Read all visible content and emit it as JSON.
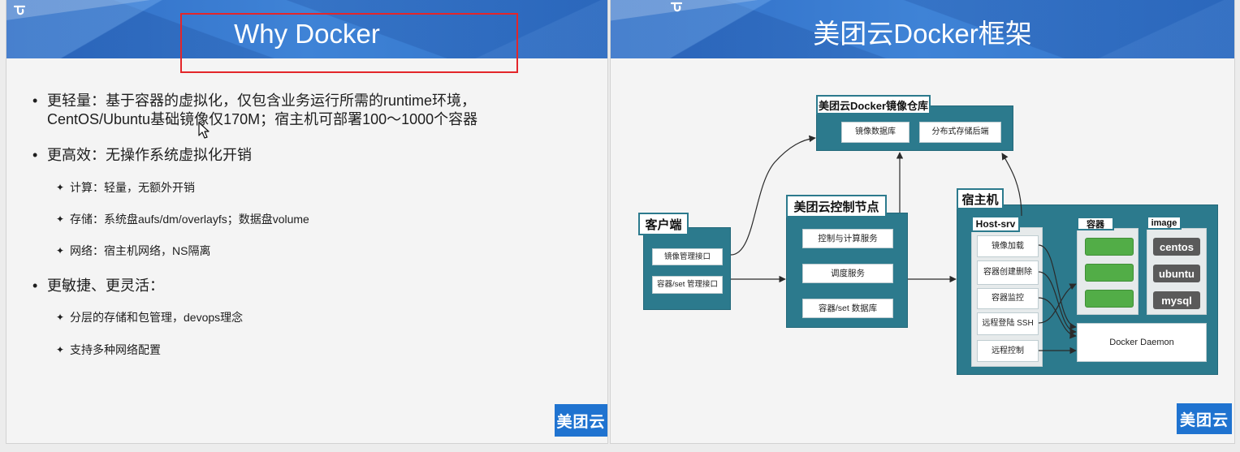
{
  "colors": {
    "header_blue": "#3577cf",
    "diagram_teal": "#2c7a8d",
    "container_green": "#52ad47",
    "image_grey": "#5a5a5a",
    "brand_blue": "#1f73d0",
    "highlight_red": "#e3262a"
  },
  "icons": {
    "corner_logo": "corner-logo-icon",
    "mouse_cursor": "mouse-cursor-icon"
  },
  "markers": {
    "level1": "•",
    "level2": "✦"
  },
  "left_slide": {
    "title": "Why Docker",
    "brand": "美团云",
    "bullets": [
      {
        "lines": [
          "更轻量：基于容器的虚拟化，仅包含业务运行所需的runtime环境，",
          "CentOS/Ubuntu基础镜像仅170M；宿主机可部署100～1000个容器"
        ]
      },
      {
        "lines": [
          "更高效：无操作系统虚拟化开销"
        ],
        "sub": [
          "计算：轻量，无额外开销",
          "存储：系统盘aufs/dm/overlayfs；数据盘volume",
          "网络：宿主机网络，NS隔离"
        ]
      },
      {
        "lines": [
          "更敏捷、更灵活："
        ],
        "sub": [
          "分层的存储和包管理，devops理念",
          "支持多种网络配置"
        ]
      }
    ]
  },
  "right_slide": {
    "title": "美团云Docker框架",
    "brand": "美团云",
    "diagram": {
      "registry": {
        "label": "美团云Docker镜像仓库",
        "items": [
          "镜像数据库",
          "分布式存储后端"
        ]
      },
      "client": {
        "label": "客户端",
        "items": [
          "镜像管理接口",
          "容器/set 管理接口"
        ]
      },
      "control_node": {
        "label": "美团云控制节点",
        "items": [
          "控制与计算服务",
          "调度服务",
          "容器/set 数据库"
        ]
      },
      "host": {
        "label": "宿主机",
        "host_srv": {
          "label": "Host-srv",
          "items": [
            "镜像加载",
            "容器创建删除",
            "容器监控",
            "远程登陆 SSH",
            "远程控制"
          ]
        },
        "containers": {
          "label": "容器",
          "slots": 3
        },
        "images": {
          "label": "image",
          "items": [
            "centos",
            "ubuntu",
            "mysql"
          ]
        },
        "daemon": "Docker Daemon"
      }
    }
  }
}
